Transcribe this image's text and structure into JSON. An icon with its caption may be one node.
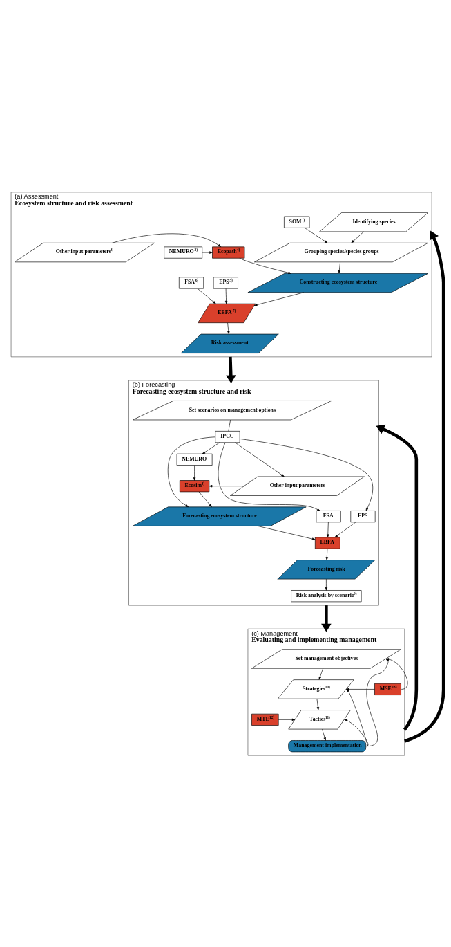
{
  "diagram": {
    "nodes": [
      {
        "text": [
          "(a) Assessment",
          "Ecosystem structure and risk assessment"
        ]
      },
      {
        "text": [
          "Identifying species"
        ],
        "in": 0
      },
      {
        "text": [
          "SOM$^{1)}$"
        ],
        "in": 0
      },
      {
        "text": [
          "Grouping species/species groups"
        ],
        "in": 0
      },
      {
        "text": [
          "Ecopath$^{4)}$"
        ],
        "in": 0
      },
      {
        "text": [
          "NEMURO$^{2)}$"
        ],
        "in": 0
      },
      {
        "text": [
          "Other input parameters$^{3)}$"
        ],
        "in": 0
      },
      {
        "text": [
          "EPS$^{5)}$"
        ],
        "in": 0
      },
      {
        "text": [
          "Constructing ecosystem structure"
        ],
        "in": 0
      },
      {
        "text": [
          "FSA$^{6)}$"
        ],
        "in": 0
      },
      {
        "text": [
          "EBFA$^{7)}$"
        ],
        "in": 0
      },
      {
        "text": [
          "Risk assessment"
        ],
        "in": 0
      },
      {
        "text": [
          "(b) Forecasting",
          "Forecasting ecosystem structure and risk"
        ]
      },
      {
        "text": [
          "Set scenarios on management options"
        ],
        "in": 12
      },
      {
        "text": [
          "IPCC"
        ],
        "in": 12
      },
      {
        "text": [
          "NEMURO"
        ],
        "in": 12
      },
      {
        "text": [
          "Ecosim$^{8)}$"
        ],
        "in": 12
      },
      {
        "text": [
          "Other input parameters"
        ],
        "in": 12
      },
      {
        "text": [
          "EPS"
        ],
        "in": 12
      },
      {
        "text": [
          "Forecasting ecosystem structure"
        ],
        "in": 12
      },
      {
        "text": [
          "FSA"
        ],
        "in": 12
      },
      {
        "text": [
          "EBFA"
        ],
        "in": 12
      },
      {
        "text": [
          "Forecasting risk"
        ],
        "in": 12
      },
      {
        "text": [
          "Risk analysis by scenario$^{9)}$"
        ],
        "in": 12
      },
      {
        "text": [
          "(c) Management",
          "Evaluating and implementing management"
        ]
      },
      {
        "text": [
          "Set management objectives"
        ],
        "in": 24
      },
      {
        "text": [
          "Strategies$^{10)}$"
        ],
        "in": 24
      },
      {
        "text": [
          "MSE$^{13)}$"
        ],
        "in": 24
      },
      {
        "text": [
          "Tactics$^{11)}$"
        ],
        "in": 24
      },
      {
        "text": [
          "MTE$^{12)}$"
        ],
        "in": 24
      },
      {
        "text": [
          "Management implementation"
        ],
        "in": 24
      }
    ],
    "edges": [
      {
        "from": 24,
        "to": 0,
        "arrow": "to",
        "style": "thick"
      },
      {
        "from": 0,
        "to": 12,
        "arrow": "to",
        "style": "thick"
      },
      {
        "from": 24,
        "to": 12,
        "arrow": "to",
        "style": "thick"
      },
      {
        "from": 12,
        "to": 24,
        "arrow": "to",
        "style": "thick"
      },
      {
        "from": 1,
        "to": 3,
        "arrow": "to"
      },
      {
        "from": 2,
        "to": 3,
        "arrow": "to"
      },
      {
        "from": 3,
        "to": 8,
        "arrow": "to"
      },
      {
        "from": 5,
        "to": 4,
        "arrow": "to"
      },
      {
        "from": 6,
        "to": 4,
        "arrow": "to"
      },
      {
        "from": 4,
        "to": 8,
        "arrow": "to"
      },
      {
        "from": 8,
        "to": 10,
        "arrow": "to"
      },
      {
        "from": 7,
        "to": 10,
        "arrow": "to"
      },
      {
        "from": 9,
        "to": 10,
        "arrow": "to"
      },
      {
        "from": 10,
        "to": 11,
        "arrow": "to"
      },
      {
        "from": 13,
        "to": 14,
        "arrow": "none"
      },
      {
        "from": 14,
        "to": 18,
        "arrow": "to"
      },
      {
        "from": 14,
        "to": 19,
        "arrow": "to"
      },
      {
        "from": 14,
        "to": 15,
        "arrow": "to"
      },
      {
        "from": 14,
        "to": 17,
        "arrow": "to"
      },
      {
        "from": 14,
        "to": 20,
        "arrow": "to"
      },
      {
        "from": 15,
        "to": 16,
        "arrow": "to"
      },
      {
        "from": 17,
        "to": 16,
        "arrow": "to"
      },
      {
        "from": 16,
        "to": 19,
        "arrow": "to"
      },
      {
        "from": 19,
        "to": 21,
        "arrow": "to"
      },
      {
        "from": 18,
        "to": 21,
        "arrow": "to"
      },
      {
        "from": 20,
        "to": 21,
        "arrow": "to"
      },
      {
        "from": 21,
        "to": 22,
        "arrow": "to"
      },
      {
        "from": 22,
        "to": 23,
        "arrow": "to"
      },
      {
        "from": 25,
        "to": 26,
        "arrow": "to"
      },
      {
        "from": 26,
        "to": 28,
        "arrow": "to"
      },
      {
        "from": 28,
        "to": 30,
        "arrow": "to"
      },
      {
        "from": 30,
        "to": 25,
        "arrow": "to"
      },
      {
        "from": 30,
        "to": 26,
        "arrow": "to"
      },
      {
        "from": 30,
        "to": 28,
        "arrow": "to"
      },
      {
        "from": 27,
        "to": 25,
        "arrow": "to"
      },
      {
        "from": 27,
        "to": 26,
        "arrow": "to"
      },
      {
        "from": 29,
        "to": 28,
        "arrow": "to"
      }
    ]
  }
}
